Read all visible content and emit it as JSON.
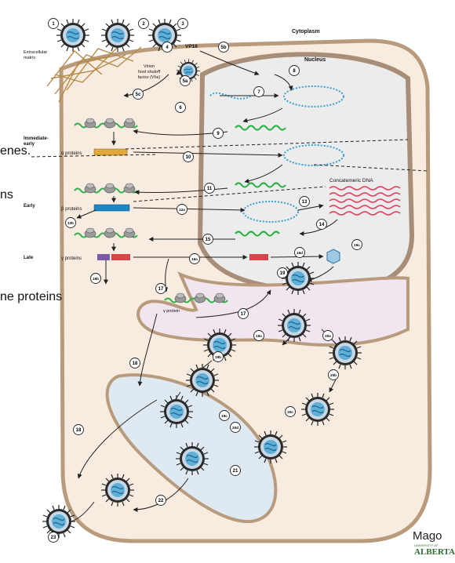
{
  "slide_overlay": {
    "line1": "enes.",
    "line2": "ns",
    "line3": "ne proteins"
  },
  "logo": {
    "top_text": "Mago",
    "university": "UNIVERSITY OF",
    "name": "ALBERTA"
  },
  "compartments": {
    "cytoplasm": "Cytoplasm",
    "nucleus": "Nucleus",
    "extracellular": "Extracellular\nmatrix"
  },
  "labels": {
    "vp16": "VP16",
    "vhs": "Virion\nhost shutoff\nfactor (Vhs)",
    "concatemeric": "Concatemeric DNA",
    "immediate_early": "Immediate-\nearly",
    "early": "Early",
    "late": "Late",
    "alpha_proteins": "α proteins",
    "beta_proteins": "β proteins",
    "gamma_proteins": "γ proteins",
    "gamma_protein_golgi": "γ protein"
  },
  "steps": [
    "1",
    "2",
    "3",
    "4",
    "5a",
    "5b",
    "5c",
    "6",
    "7",
    "8",
    "9",
    "10",
    "11",
    "12a",
    "12b",
    "13",
    "14",
    "15",
    "16a",
    "16b",
    "16c",
    "16d",
    "17",
    "17",
    "18",
    "18",
    "19",
    "19a",
    "19b",
    "19c",
    "20a",
    "20b",
    "20c",
    "20d",
    "21",
    "22",
    "23"
  ],
  "colors": {
    "cell_fill": "#f7ecdf",
    "cell_edge": "#b89a7c",
    "nucleus_fill": "#ececec",
    "er_fill": "#f1e6ef",
    "vesicle_fill": "#dfe9f2",
    "dna": "#3aa0d6",
    "mrna": "#2fb24a",
    "concatemer": "#e0405a",
    "alpha_bar": "#e3a73a",
    "beta_bar": "#1a86c8",
    "gamma_bar1": "#7b5aa6",
    "gamma_bar2": "#d6454a"
  }
}
